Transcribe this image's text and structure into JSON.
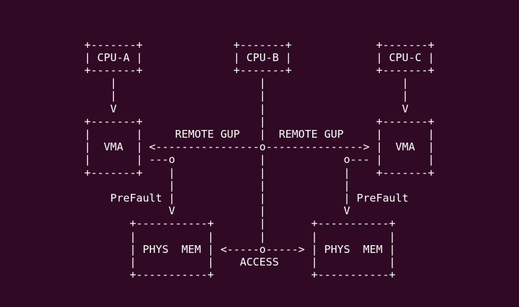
{
  "terminal": {
    "colors": {
      "background": "#300a24",
      "foreground": "#ffffff"
    },
    "diagram": {
      "nodes": [
        "CPU-A",
        "CPU-B",
        "CPU-C",
        "VMA",
        "VMA",
        "PHYS  MEM",
        "PHYS  MEM"
      ],
      "edge_labels": [
        "REMOTE GUP",
        "REMOTE GUP",
        "PreFault",
        "PreFault",
        "ACCESS"
      ]
    },
    "lines": [
      "",
      "",
      "",
      "             +-------+              +-------+             +-------+",
      "             | CPU-A |              | CPU-B |             | CPU-C |",
      "             +-------+              +-------+             +-------+",
      "                 |                      |                     |",
      "                 |                      |                     |",
      "                 V                      |                     V",
      "             +-------+                  |                 +-------+",
      "             |       |     REMOTE GUP   |  REMOTE GUP     |       |",
      "             |  VMA  | <----------------o---------------> |  VMA  |",
      "             |       | ---o             |            o--- |       |",
      "             +-------+    |             |            |    +-------+",
      "                          |             |            |",
      "                 PreFault |             |            | PreFault",
      "                          V             |            V",
      "                    +-----------+       |       +-----------+",
      "                    |           |       |       |           |",
      "                    | PHYS  MEM | <-----o-----> | PHYS  MEM |",
      "                    |           |    ACCESS     |           |",
      "                    +-----------+               +-----------+",
      "",
      ""
    ]
  }
}
